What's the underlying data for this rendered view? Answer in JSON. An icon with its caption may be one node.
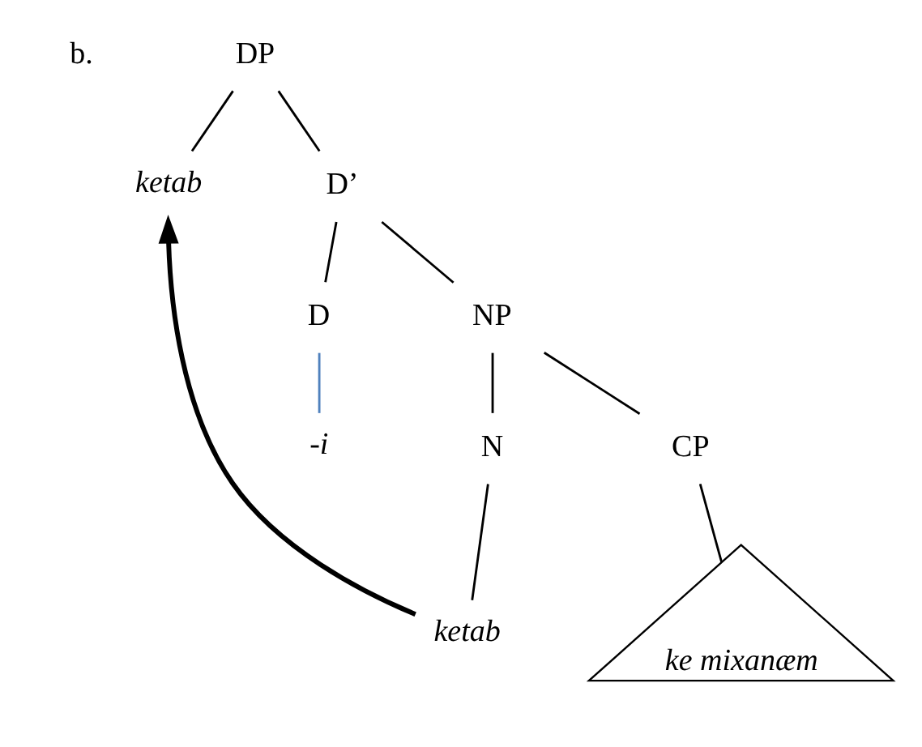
{
  "diagram": {
    "nodes": [
      {
        "text": [
          "DP"
        ]
      },
      {
        "text": [
          "ketab"
        ]
      },
      {
        "text": [
          "D’"
        ]
      },
      {
        "text": [
          "D"
        ]
      },
      {
        "text": [
          "-i"
        ]
      },
      {
        "text": [
          "NP"
        ]
      },
      {
        "text": [
          "N"
        ]
      },
      {
        "text": [
          "CP"
        ]
      },
      {
        "text": [
          "ketab"
        ]
      },
      {
        "text": [
          "ke mixanæm"
        ]
      }
    ],
    "edges": [
      {
        "from": 0,
        "to": 1,
        "arrow": "none"
      },
      {
        "from": 0,
        "to": 2,
        "arrow": "none"
      },
      {
        "from": 2,
        "to": 3,
        "arrow": "none"
      },
      {
        "from": 2,
        "to": 5,
        "arrow": "none"
      },
      {
        "from": 3,
        "to": 4,
        "arrow": "none",
        "color": "#4f81bd"
      },
      {
        "from": 5,
        "to": 6,
        "arrow": "none"
      },
      {
        "from": 5,
        "to": 7,
        "arrow": "none"
      },
      {
        "from": 6,
        "to": 8,
        "arrow": "none"
      },
      {
        "from": 7,
        "to": 9,
        "arrow": "none"
      },
      {
        "from": 8,
        "to": 1,
        "arrow": "to",
        "style": "thick"
      }
    ],
    "labels": [
      "b."
    ]
  }
}
